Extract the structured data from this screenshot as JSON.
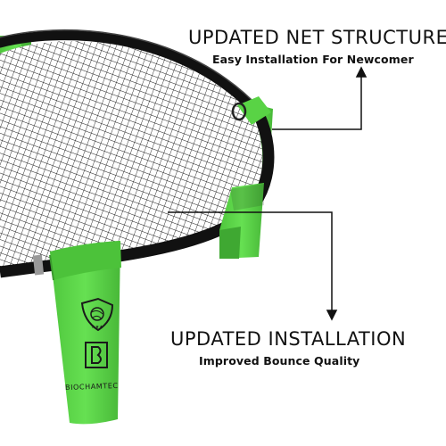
{
  "callouts": {
    "net": {
      "title": "UPDATED NET STRUCTURE",
      "subtitle": "Easy Installation For Newcomer"
    },
    "installation": {
      "title": "UPDATED INSTALLATION",
      "subtitle": "Improved Bounce Quality"
    }
  },
  "product": {
    "brand": "BIOCHAMTEC"
  },
  "colors": {
    "leg_green": "#5ed84a",
    "leg_green_dark": "#3fa832",
    "rim_black": "#111111",
    "text": "#111111"
  }
}
